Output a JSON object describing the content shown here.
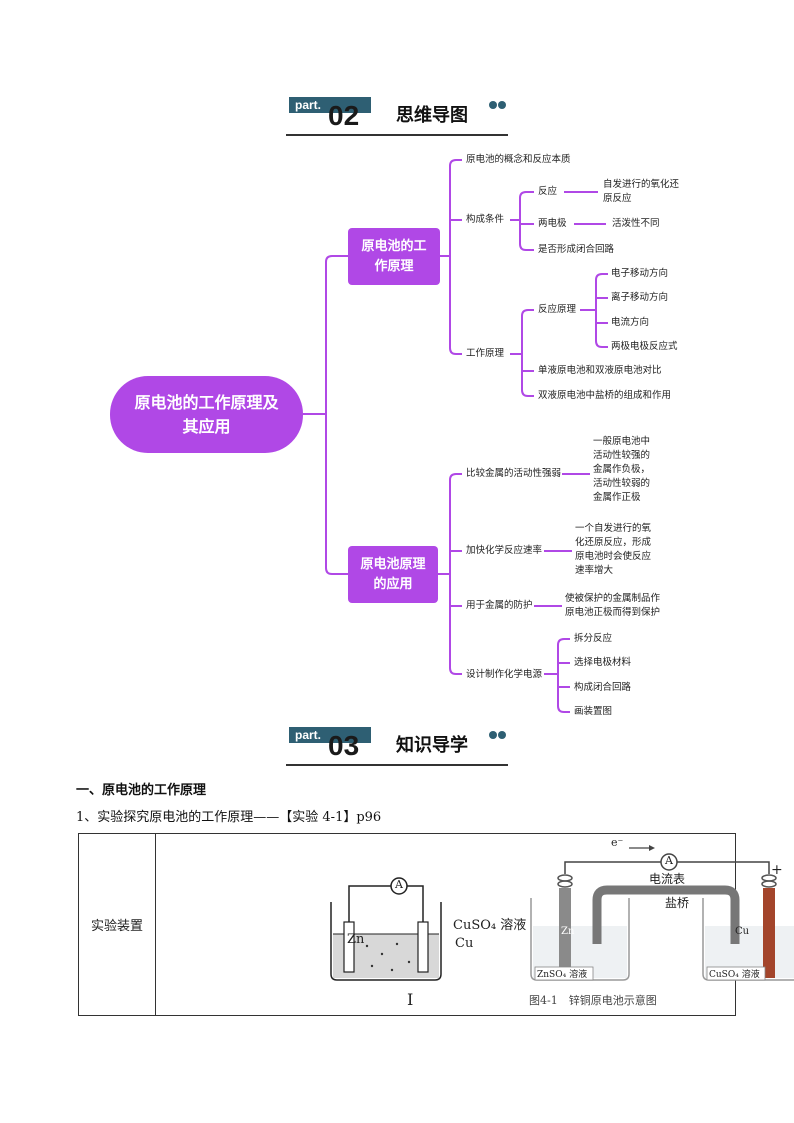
{
  "part2": {
    "tag": "part.",
    "num": "02",
    "title": "思维导图"
  },
  "part3": {
    "tag": "part.",
    "num": "03",
    "title": "知识导学"
  },
  "mindmap": {
    "root": "原电池的工作原理及其应用",
    "branch1": {
      "label": "原电池的工作原理",
      "item1": "原电池的概念和反应本质",
      "item2": "构成条件",
      "item2_children": {
        "react": "反应",
        "react_detail": "自发进行的氧化还原反应",
        "electrodes": "两电极",
        "electrodes_detail": "活泼性不同",
        "circuit": "是否形成闭合回路"
      },
      "item3": "工作原理",
      "item3_children": {
        "principle": "反应原理",
        "p1": "电子移动方向",
        "p2": "离子移动方向",
        "p3": "电流方向",
        "p4": "两极电极反应式",
        "compare": "单液原电池和双液原电池对比",
        "bridge": "双液原电池中盐桥的组成和作用"
      }
    },
    "branch2": {
      "label": "原电池原理的应用",
      "item1": "比较金属的活动性强弱",
      "item1_detail": "一般原电池中活动性较强的金属作负极，活动性较弱的金属作正极",
      "item2": "加快化学反应速率",
      "item2_detail": "一个自发进行的氧化还原反应，形成原电池时会使反应速率增大",
      "item3": "用于金属的防护",
      "item3_detail": "使被保护的金属制品作原电池正极而得到保护",
      "item4": "设计制作化学电源",
      "item4_children": {
        "s1": "拆分反应",
        "s2": "选择电极材料",
        "s3": "构成闭合回路",
        "s4": "画装置图"
      }
    }
  },
  "section": {
    "heading": "一、原电池的工作原理",
    "sub": "1、实验探究原电池的工作原理——【实验 4-1】p96"
  },
  "table": {
    "label": "实验装置",
    "fig1": {
      "ammeter": "A",
      "zn": "Zn",
      "cu": "Cu",
      "solution": "CuSO₄ 溶液",
      "roman": "I"
    },
    "fig2": {
      "electron": "e⁻",
      "ammeter": "A",
      "meter_label": "电流表",
      "plus": "+",
      "bridge": "盐桥",
      "zn": "Zn",
      "cu": "Cu",
      "left_sol": "ZnSO₄ 溶液",
      "right_sol": "CuSO₄ 溶液",
      "caption": "图4-1　锌铜原电池示意图"
    }
  },
  "colors": {
    "accent": "#b048e6",
    "part_tag": "#2e5f73"
  }
}
